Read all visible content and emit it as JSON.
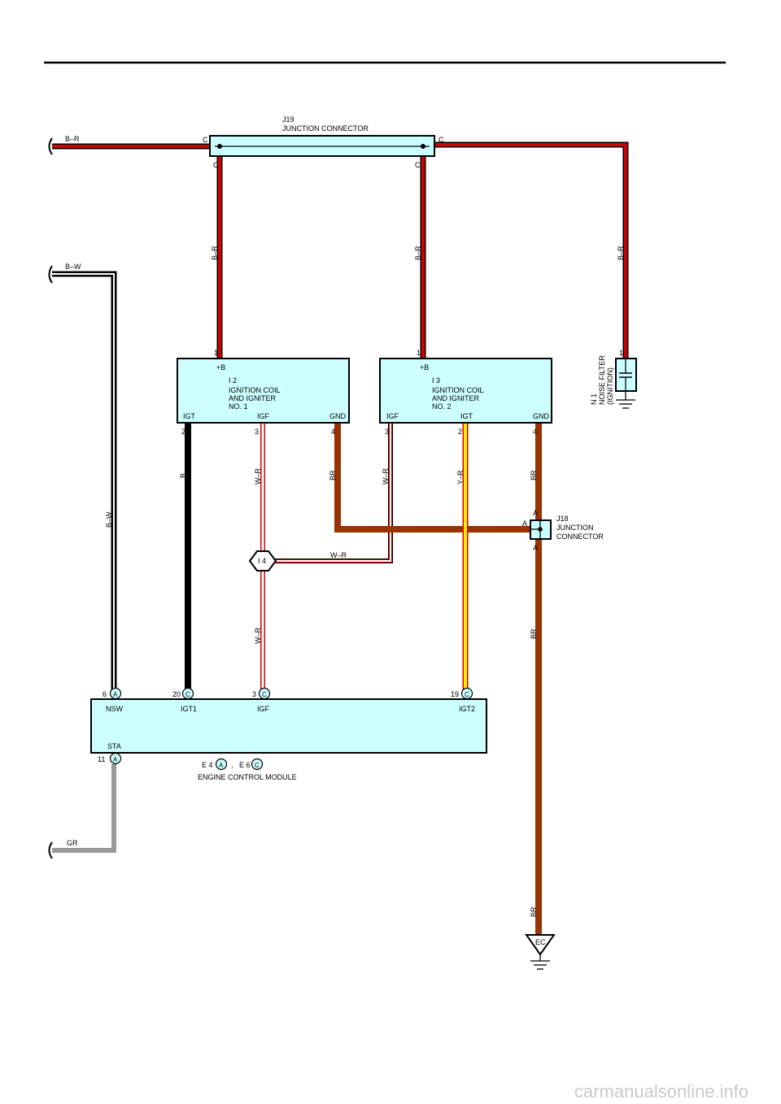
{
  "junction_j19": {
    "code": "J19",
    "name": "JUNCTION CONNECTOR",
    "pin": "C"
  },
  "coil1": {
    "code": "I 2",
    "name1": "IGNITION COIL",
    "name2": "AND IGNITER",
    "name3": "NO. 1",
    "pin_b": "+B",
    "pin_igt": "IGT",
    "pin_igf": "IGF",
    "pin_gnd": "GND",
    "n1": "1",
    "n2": "2",
    "n3": "3",
    "n4": "4"
  },
  "coil2": {
    "code": "I 3",
    "name1": "IGNITION COIL",
    "name2": "AND IGNITER",
    "name3": "NO. 2",
    "pin_b": "+B",
    "pin_igf": "IGF",
    "pin_igt": "IGT",
    "pin_gnd": "GND",
    "n1": "1",
    "n3": "3",
    "n2": "2",
    "n4": "4"
  },
  "noise_filter": {
    "code": "N 1",
    "name1": "NOISE FILTER",
    "name2": "(IGNITION)",
    "pin": "1"
  },
  "junction_j18": {
    "code": "J18",
    "name1": "JUNCTION",
    "name2": "CONNECTOR",
    "pin": "A"
  },
  "splice": {
    "code": "I 4"
  },
  "ecm": {
    "name": "ENGINE CONTROL MODULE",
    "pins": {
      "nsw": "NSW",
      "igt1": "IGT1",
      "igf": "IGF",
      "igt2": "IGT2",
      "sta": "STA"
    },
    "nums": {
      "nsw": "6",
      "igt1": "20",
      "igf": "3",
      "igt2": "19",
      "sta": "11"
    },
    "conn_a": "A",
    "conn_c": "C",
    "e4": "E 4",
    "e6": "E 6",
    "comma": ","
  },
  "ground": {
    "code": "EC"
  },
  "wires": {
    "br_r": "B–R",
    "b_w": "B–W",
    "b": "B",
    "w_r": "W–R",
    "br": "BR",
    "y_r": "Y–R",
    "gr": "GR"
  },
  "watermark": "carmanualsonline.info",
  "colors": {
    "red": "#d40000",
    "black": "#000000",
    "brown": "#993300",
    "yellow": "#ffee00",
    "grey": "#999999",
    "panel": "#ccffff"
  }
}
